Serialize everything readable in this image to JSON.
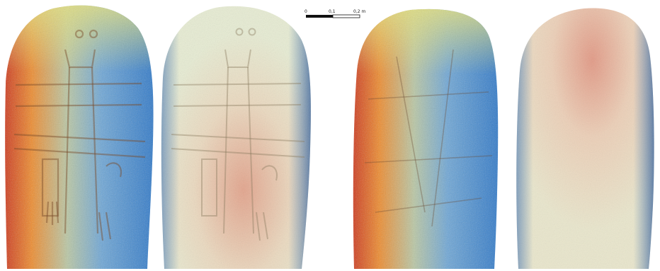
{
  "scale_bar": {
    "labels": [
      "0",
      "0,1",
      "0,2 m"
    ]
  },
  "panels": [
    {
      "id": "stela-front-elevation-relief",
      "palette": "elevation-ramp"
    },
    {
      "id": "stela-front-curvature-relief",
      "palette": "cream-pink"
    },
    {
      "id": "stela-back-elevation-relief",
      "palette": "elevation-ramp"
    },
    {
      "id": "stela-back-curvature-relief",
      "palette": "cream-pink"
    }
  ],
  "colors": {
    "background": "#ffffff",
    "ramp_red": "#d9431e",
    "ramp_orange": "#ee8b2c",
    "ramp_yellow": "#e6e27a",
    "ramp_green": "#7fd4a6",
    "ramp_blue": "#3b8fd6",
    "cream": "#ece8cf",
    "pink": "#e3a48c",
    "edge_blue": "#5d86b7"
  }
}
